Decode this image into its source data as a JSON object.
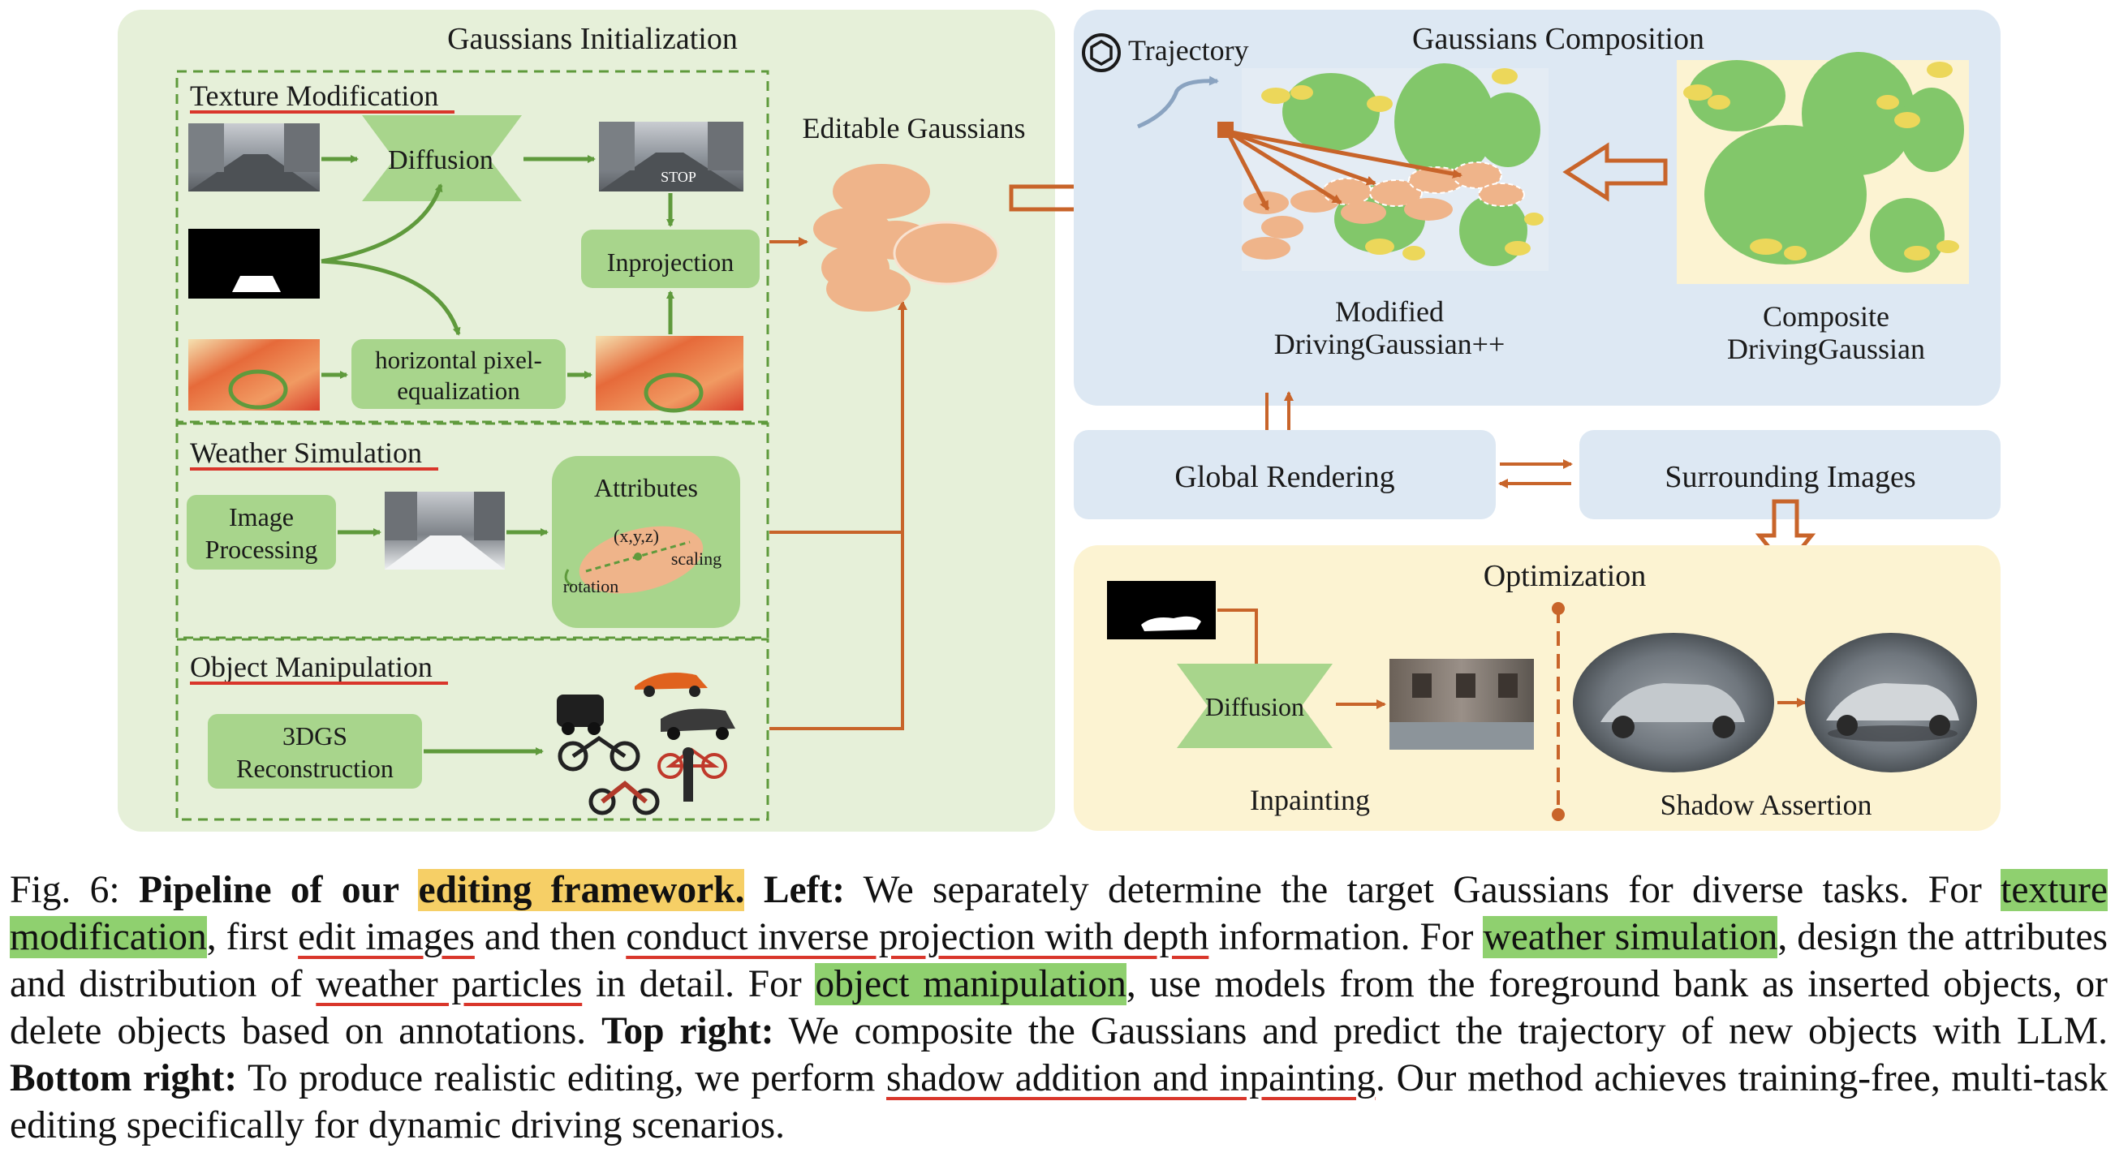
{
  "diagram": {
    "left_panel_title": "Gaussians Initialization",
    "texture_section_title": "Texture Modification",
    "diffusion_label": "Diffusion",
    "inprojection_label": "Inprojection",
    "hpe_label_line1": "horizontal pixel-",
    "hpe_label_line2": "equalization",
    "weather_section_title": "Weather Simulation",
    "image_processing_line1": "Image",
    "image_processing_line2": "Processing",
    "attributes_label": "Attributes",
    "xyz_label": "(x,y,z)",
    "scaling_label": "scaling",
    "rotation_label": "rotation",
    "object_section_title": "Object Manipulation",
    "reconstruction_line1": "3DGS",
    "reconstruction_line2": "Reconstruction",
    "editable_gaussians_label": "Editable Gaussians",
    "composition_title": "Gaussians Composition",
    "trajectory_label": "Trajectory",
    "modified_line1": "Modified",
    "modified_line2": "DrivingGaussian++",
    "composite_line1": "Composite",
    "composite_line2": "DrivingGaussian",
    "global_rendering_label": "Global Rendering",
    "surrounding_images_label": "Surrounding Images",
    "optimization_title": "Optimization",
    "opt_diffusion_label": "Diffusion",
    "inpainting_label": "Inpainting",
    "shadow_assertion_label": "Shadow Assertion",
    "stop_text": "STOP",
    "colors": {
      "left_panel_bg": "#e6f0d9",
      "composition_bg": "#dde8f3",
      "optimization_bg": "#fcf3d2",
      "green_box": "#a8d58c",
      "gaussian_orange": "#efb48a",
      "arrow_orange": "#c8642a",
      "arrow_green": "#5f9a3c"
    }
  },
  "caption": {
    "fig_label": "Fig. 6:",
    "bold_1": "Pipeline of our",
    "highlight_1": "editing framework.",
    "bold_left": "Left:",
    "text_1": "We separately determine the target Gaussians for diverse tasks. For",
    "highlight_texture": "texture modification",
    "text_2": ", first",
    "ul_edit_images": "edit images",
    "text_3": "and then",
    "ul_inverse": "conduct inverse projection with depth",
    "text_4": "information. For",
    "highlight_weather": "weather simulation",
    "text_5": ", design the attributes and distribution of",
    "ul_particles": "weather particles",
    "text_6": "in detail. For",
    "highlight_object": "object manipulation",
    "text_7": ", use models from the foreground bank as inserted objects, or delete objects based on annotations.",
    "bold_top_right": "Top right:",
    "text_8": "We composite the Gaussians and predict the trajectory of new objects with LLM.",
    "bold_bottom_right": "Bottom right:",
    "text_9": "To produce realistic editing, we perform",
    "ul_shadow": "shadow addition and inpainting",
    "text_10": ". Our method achieves training-free, multi-task editing specifically for dynamic driving scenarios."
  }
}
